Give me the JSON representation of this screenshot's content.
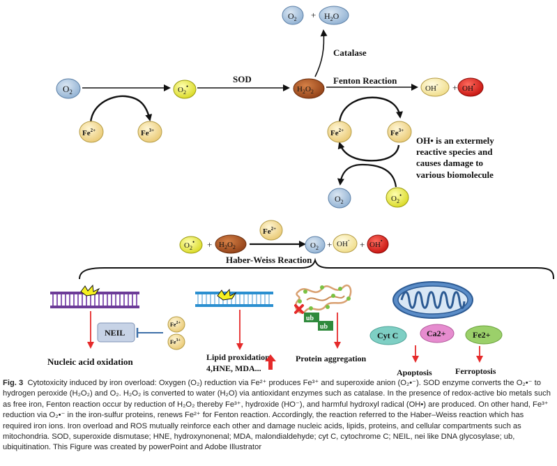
{
  "top": {
    "o2": "O",
    "o2_sub": "2",
    "superoxide": "O",
    "superoxide_sub": "2",
    "superoxide_sup": "•",
    "sod": "SOD",
    "h2o2_h": "H",
    "h2o2_sub": "2",
    "h2o2_o": "O",
    "catalase": "Catalase",
    "cat_o2": "O",
    "cat_o2_sub": "2",
    "plus": "+",
    "h2o_h": "H",
    "h2o_sub": "2",
    "h2o_o": "O",
    "fenton": "Fenton Reaction",
    "oh_minus": "OH",
    "oh_minus_sup": "-",
    "oh_radical": "OH",
    "oh_radical_sup": "•",
    "fe2": "Fe",
    "fe2_sup": "2+",
    "fe3": "Fe",
    "fe3_sup": "3+",
    "note_lines": [
      "OH•  is an extermely",
      "reactive species and",
      "causes damage to",
      "various biomolecule"
    ]
  },
  "haber": {
    "title": "Haber-Weiss Reaction"
  },
  "targets": {
    "neil": "NEIL",
    "nucleic": "Nucleic acid oxidation",
    "lipid_line1": "Lipid proxidation",
    "lipid_line2": "4,HNE, MDA...",
    "protein": "Protein aggregation",
    "ub": "ub",
    "cytc": "Cyt C",
    "ca2": "Ca2+",
    "fe2plus": "Fe2+",
    "apoptosis": "Apoptosis",
    "ferroptosis": "Ferroptosis"
  },
  "caption": {
    "label": "Fig. 3",
    "text": "Cytotoxicity induced by iron overload: Oxygen (O₂) reduction via Fe²⁺ produces Fe³⁺ and superoxide anion (O₂•⁻). SOD enzyme converts the O₂•⁻ to hydrogen peroxide (H₂O₂) and O₂. H₂O₂ is converted to water (H₂O) via antioxidant enzymes such as catalase. In the presence of redox-active bio metals such as free iron, Fenton reaction occur by reduction of H₂O₂ thereby Fe³⁺, hydroxide (HO⁻), and harmful hydroxyl radical (OH•) are produced. On other hand, Fe³⁺ reduction via O₂•⁻ in the iron-sulfur proteins, renews Fe²⁺ for Fenton reaction. Accordingly, the reaction referred to the Haber–Weiss reaction which has required iron ions. Iron overload and ROS mutually reinforce each other and damage nucleic acids, lipids, proteins, and cellular compartments such as mitochondria. SOD, superoxide dismutase; HNE, hydroxynonenal; MDA, malondialdehyde; cyt C, cytochrome C; NEIL, nei like DNA glycosylase; ub, ubiquitination. This Figure was created by powerPoint and Adobe Illustrator"
  },
  "colors": {
    "o2": "#a9c3de",
    "superoxide": "#eaea3a",
    "h2o2": "#b25a2a",
    "fe": "#f3dc95",
    "oh_minus": "#f6e9a8",
    "oh_radical": "#e5231f",
    "arrow_red": "#e52a2a",
    "cytc": "#7ecfc4",
    "ca2": "#e68ccf",
    "fe2plus": "#9bd06a",
    "dna": "#7a3fa0",
    "ub": "#2f8a3c"
  }
}
